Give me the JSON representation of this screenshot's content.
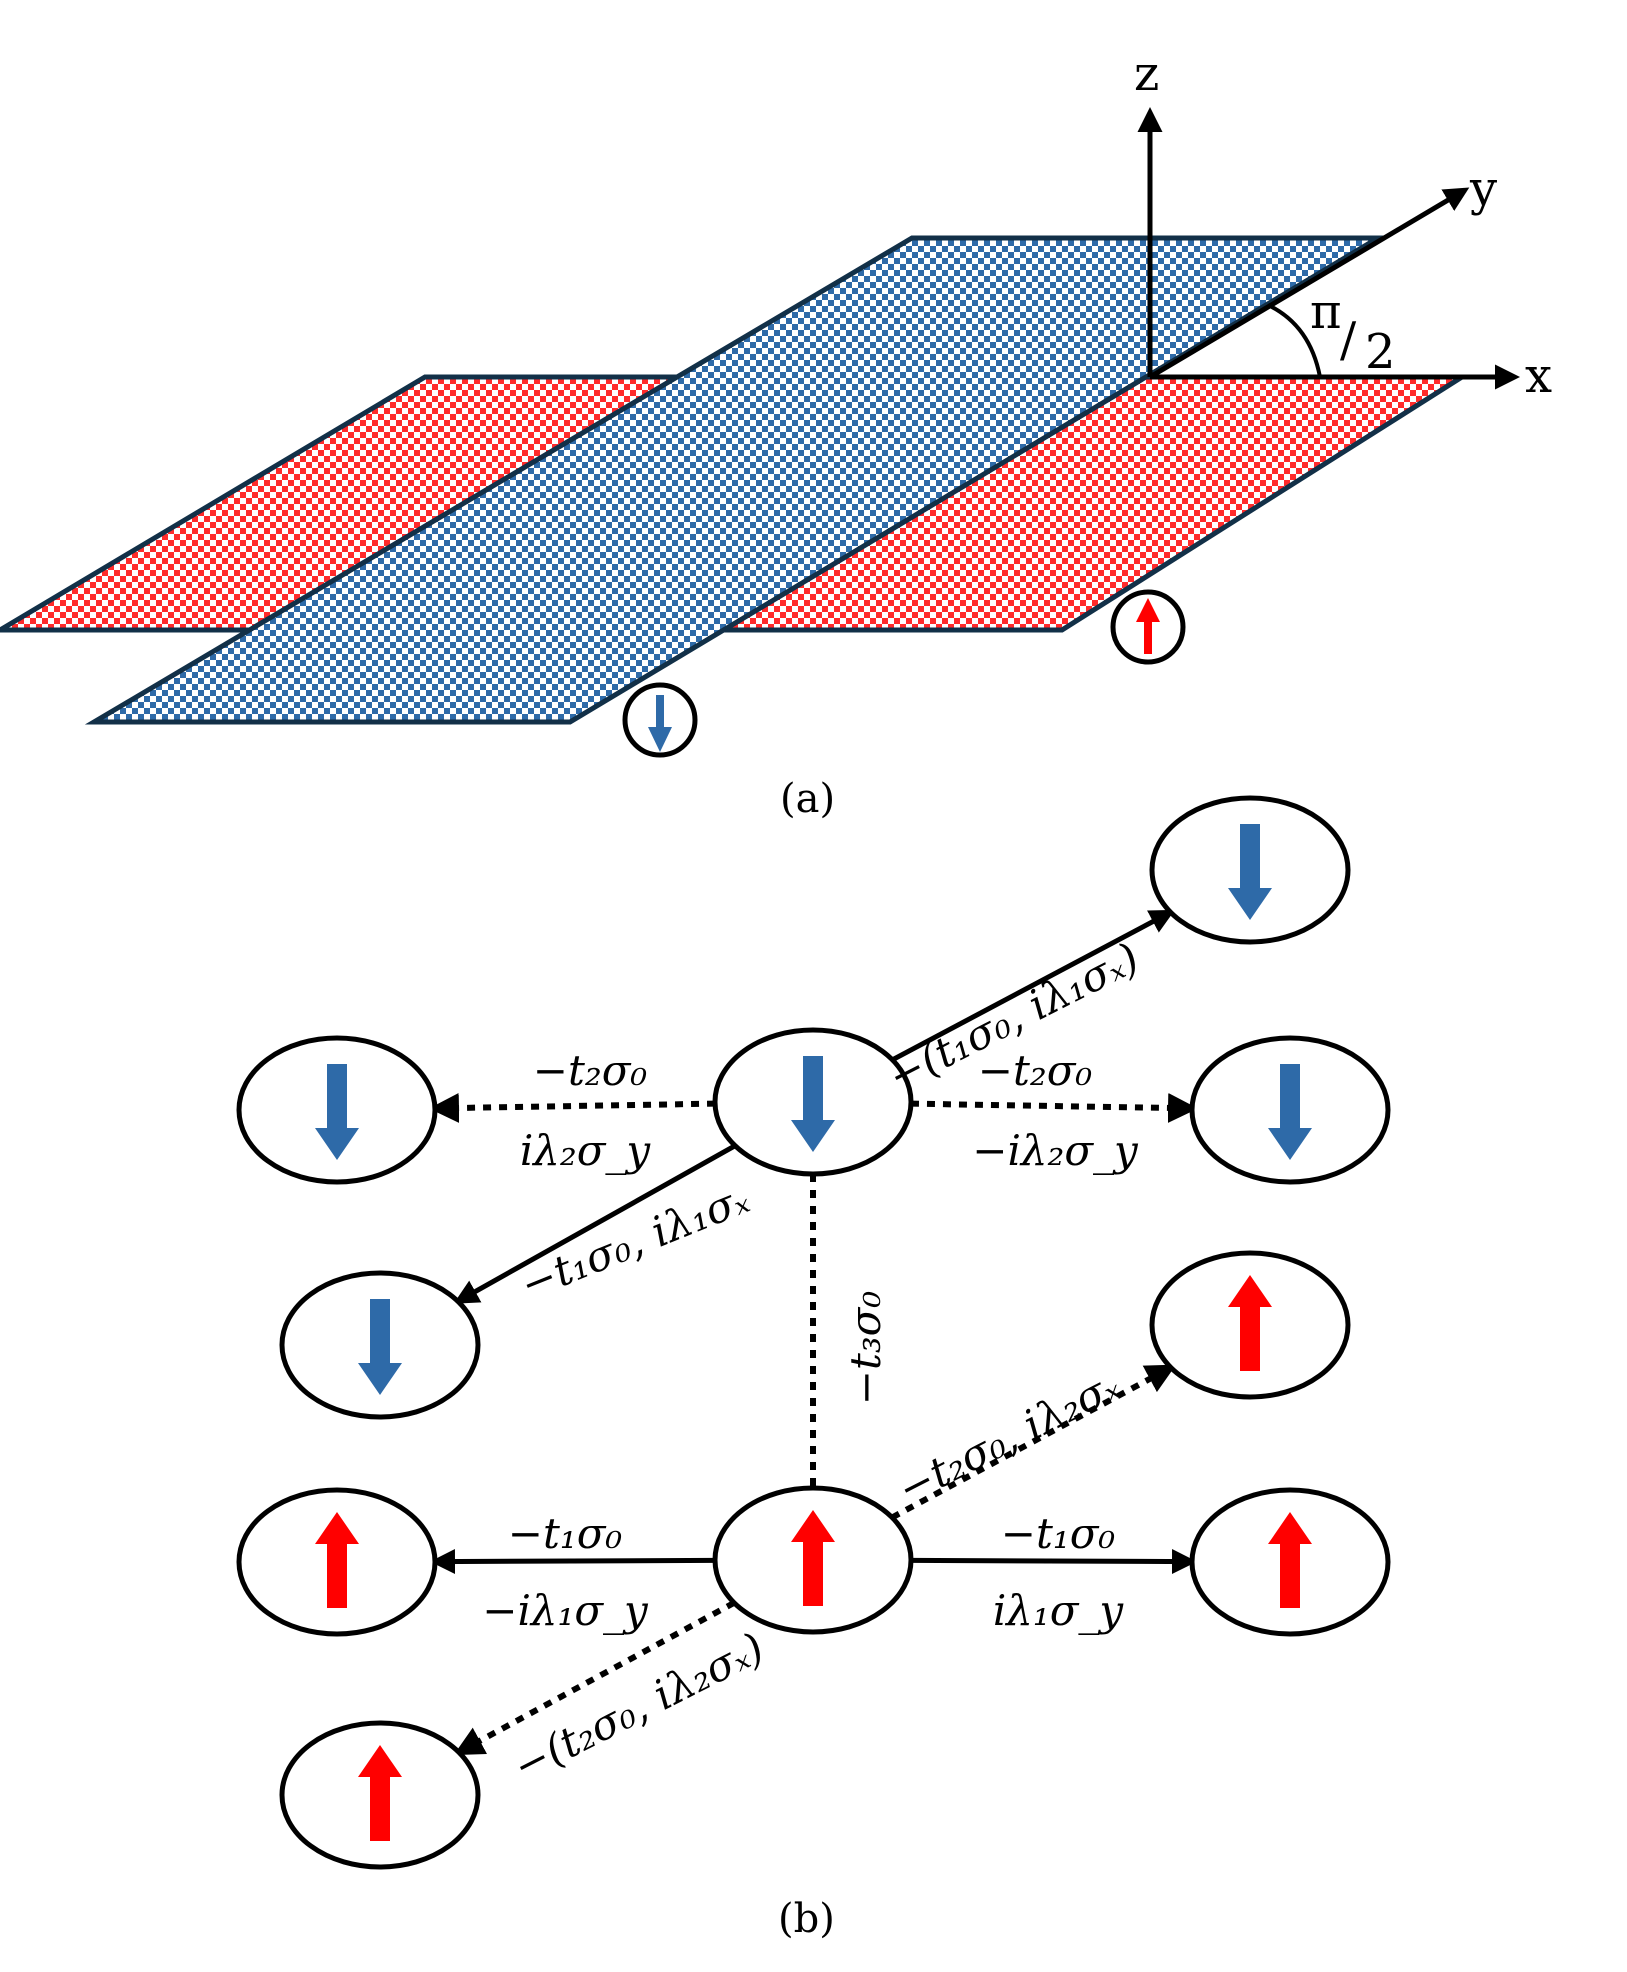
{
  "colors": {
    "spin_up": "#ff0000",
    "spin_down": "#2e6aa8",
    "checker_red": "#ff2b2b",
    "checker_blue": "#2e6aa8",
    "plane_outline": "#123048",
    "line": "#000000"
  },
  "panel_a": {
    "label": "(a)",
    "axes": {
      "z": "z",
      "y": "y",
      "x": "x"
    },
    "angle_label": {
      "numerator": "π",
      "denominator": "2"
    },
    "planes": [
      {
        "name": "red-plane",
        "spin": "up",
        "pattern": "red-checker"
      },
      {
        "name": "blue-plane",
        "spin": "down",
        "pattern": "blue-checker"
      }
    ],
    "spin_markers": [
      {
        "spin": "up",
        "icon": "up-arrow-icon"
      },
      {
        "spin": "down",
        "icon": "down-arrow-icon"
      }
    ]
  },
  "panel_b": {
    "label": "(b)",
    "sites": [
      {
        "id": "down-center",
        "spin": "down"
      },
      {
        "id": "down-left",
        "spin": "down"
      },
      {
        "id": "down-right",
        "spin": "down"
      },
      {
        "id": "down-upper-right",
        "spin": "down"
      },
      {
        "id": "down-lower-left",
        "spin": "down"
      },
      {
        "id": "up-center",
        "spin": "up"
      },
      {
        "id": "up-left",
        "spin": "up"
      },
      {
        "id": "up-right",
        "spin": "up"
      },
      {
        "id": "up-upper-right",
        "spin": "up"
      },
      {
        "id": "up-lower-left",
        "spin": "up"
      }
    ],
    "hoppings": {
      "down_upper_right": "−(t₁σ₀, iλ₁σₓ)",
      "down_left_top": "−t₂σ₀",
      "down_left_bottom": "iλ₂σ_y",
      "down_right_top": "−t₂σ₀",
      "down_right_bottom": "−iλ₂σ_y",
      "down_lower_left": "−t₁σ₀, iλ₁σₓ",
      "interlayer": "−t₃σ₀",
      "up_upper_right": "−t₂σ₀, iλ₂σₓ",
      "up_left_top": "−t₁σ₀",
      "up_left_bottom": "−iλ₁σ_y",
      "up_right_top": "−t₁σ₀",
      "up_right_bottom": "iλ₁σ_y",
      "up_lower_left": "−(t₂σ₀, iλ₂σₓ)"
    }
  }
}
